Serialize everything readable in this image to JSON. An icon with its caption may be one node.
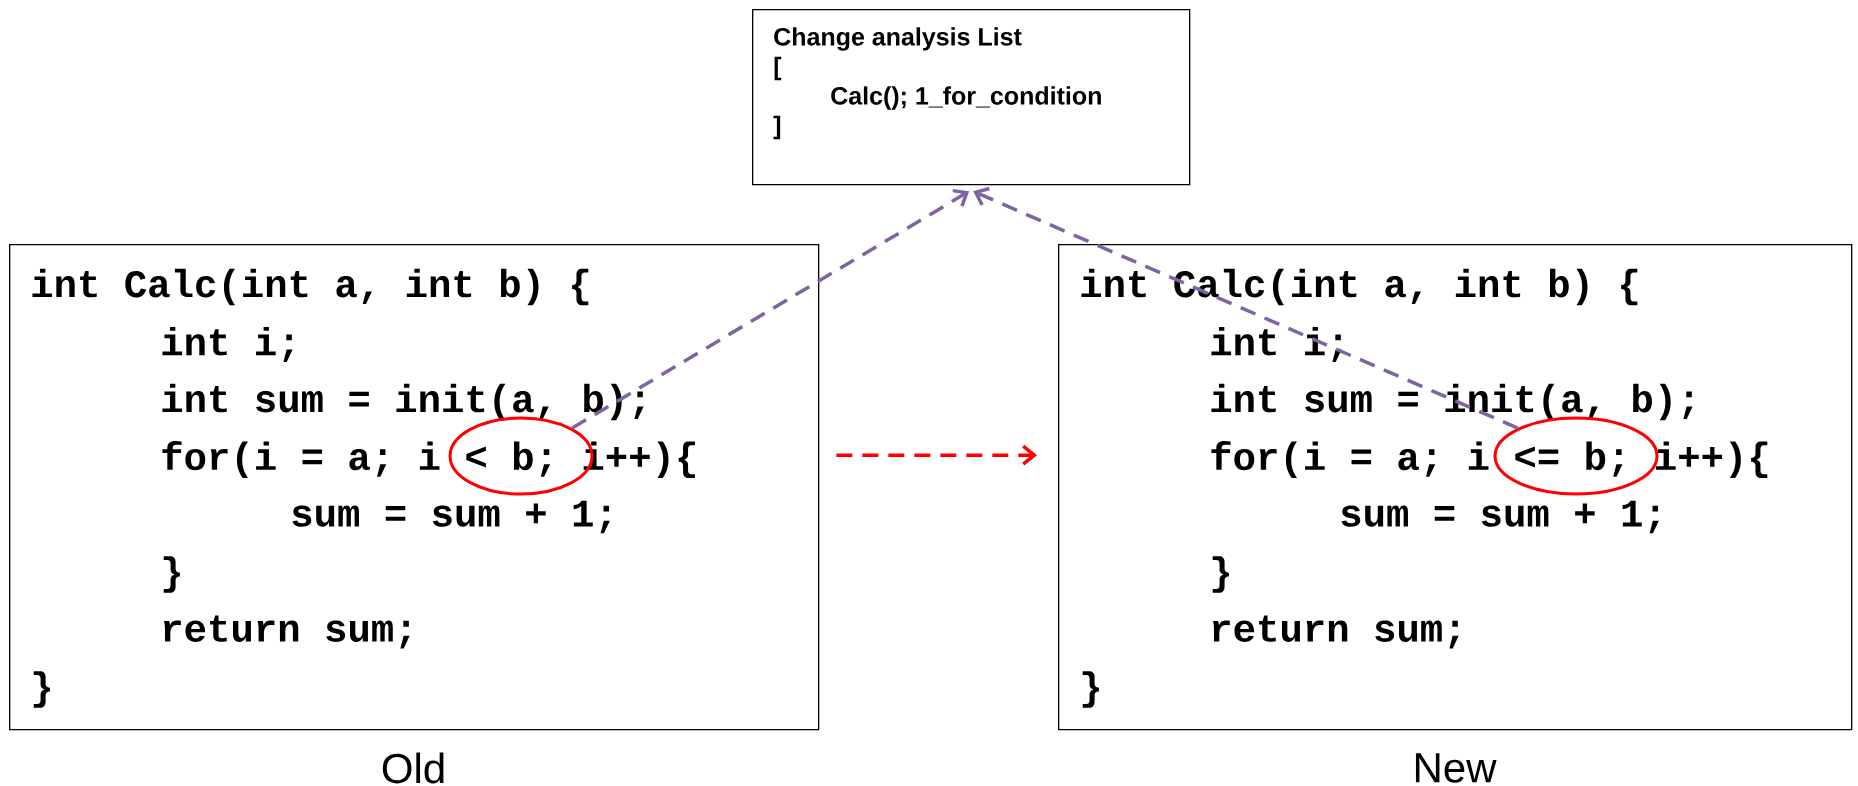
{
  "diagram": {
    "nodes": [
      {
        "text": [
          "Change analysis List",
          "[",
          "Calc(); 1_for_condition",
          "]"
        ]
      },
      {
        "text": [
          "int Calc(int a, int b) {",
          "int i;",
          "int sum = init(a, b);",
          "for(i = a; i < b; i++){",
          "sum = sum + 1;",
          "}",
          "return sum;",
          "}"
        ],
        "beside": [
          "Old"
        ]
      },
      {
        "text": [],
        "shape": "ellipse",
        "in": 1
      },
      {
        "text": [
          "int Calc(int a, int b) {",
          "int i;",
          "int sum = init(a, b);",
          "for(i = a; i <= b; i++){",
          "sum = sum + 1;",
          "}",
          "return sum;",
          "}"
        ],
        "beside": [
          "New"
        ]
      },
      {
        "text": [],
        "shape": "ellipse",
        "in": 3
      }
    ],
    "edges": [
      {
        "from": 1,
        "to": 3,
        "arrow": "to",
        "style": "dashed",
        "color": "#ff0000"
      },
      {
        "from": 2,
        "to": 0,
        "arrow": "to",
        "style": "dashed",
        "color": "#8064a2"
      },
      {
        "from": 4,
        "to": 0,
        "arrow": "to",
        "style": "dashed",
        "color": "#8064a2"
      }
    ]
  }
}
